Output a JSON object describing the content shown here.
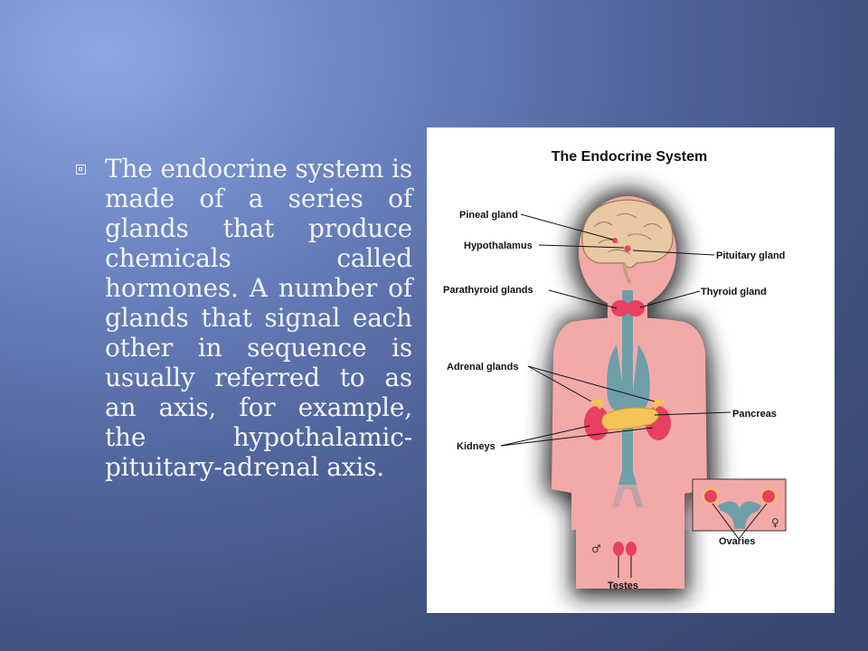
{
  "slide": {
    "bullet_text": "The endocrine system is made of a series of glands that produce chemicals called hormones. A number of glands that signal each other in sequence is usually referred to as an axis, for example, the hypothalamic-pituitary-adrenal axis."
  },
  "diagram": {
    "title": "The Endocrine System",
    "labels": {
      "pineal": "Pineal gland",
      "hypothalamus": "Hypothalamus",
      "pituitary": "Pituitary gland",
      "parathyroid": "Parathyroid glands",
      "thyroid": "Thyroid gland",
      "adrenal": "Adrenal glands",
      "pancreas": "Pancreas",
      "kidneys": "Kidneys",
      "ovaries": "Ovaries",
      "testes": "Testes"
    },
    "male_symbol": "♂",
    "female_symbol": "♀",
    "colors": {
      "body": "#f4a9a9",
      "halo": "#1a1a1a",
      "trachea": "#6e9fa8",
      "gland": "#e84060",
      "pancreas": "#f5c35a",
      "brain": "#e9c9a3"
    }
  }
}
